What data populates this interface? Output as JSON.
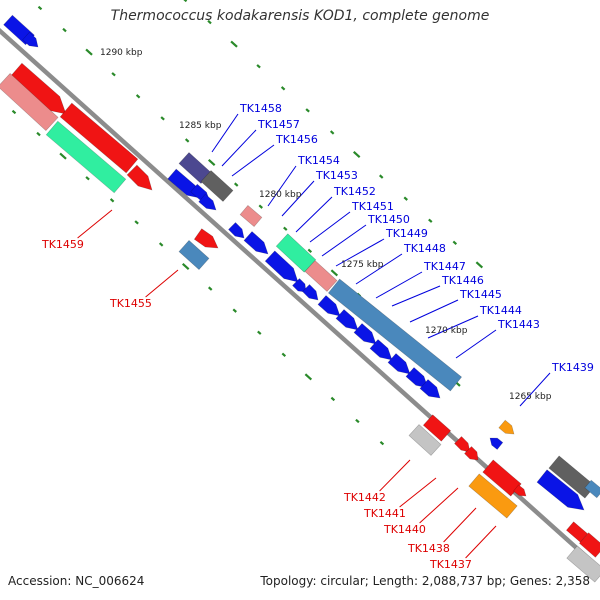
{
  "title": "Thermococcus kodakarensis KOD1, complete genome",
  "footer": {
    "accession": "Accession: NC_006624",
    "stats": "Topology: circular; Length: 2,088,737 bp; Genes: 2,358"
  },
  "colors": {
    "backbone": "#8c8c8c",
    "tick": "#2a8a2a",
    "label_forward": "#0000dd",
    "label_reverse": "#dd0000",
    "blue": "#0a14e6",
    "red": "#f01414",
    "pink": "#ec8c8c",
    "green": "#30eea0",
    "steel": "#4a88bc",
    "purple": "#4c4890",
    "darkgray": "#606060",
    "lightgray": "#c4c4c4",
    "orange": "#fa9a10"
  },
  "scale_labels": [
    "1290 kbp",
    "1285 kbp",
    "1280 kbp",
    "1275 kbp",
    "1270 kbp",
    "1265 kbp"
  ],
  "forward_genes": [
    "TK1458",
    "TK1457",
    "TK1456",
    "TK1454",
    "TK1453",
    "TK1452",
    "TK1451",
    "TK1450",
    "TK1449",
    "TK1448",
    "TK1447",
    "TK1446",
    "TK1445",
    "TK1444",
    "TK1443",
    "TK1439"
  ],
  "reverse_genes": [
    "TK1459",
    "TK1455",
    "TK1442",
    "TK1441",
    "TK1440",
    "TK1438",
    "TK1437"
  ]
}
